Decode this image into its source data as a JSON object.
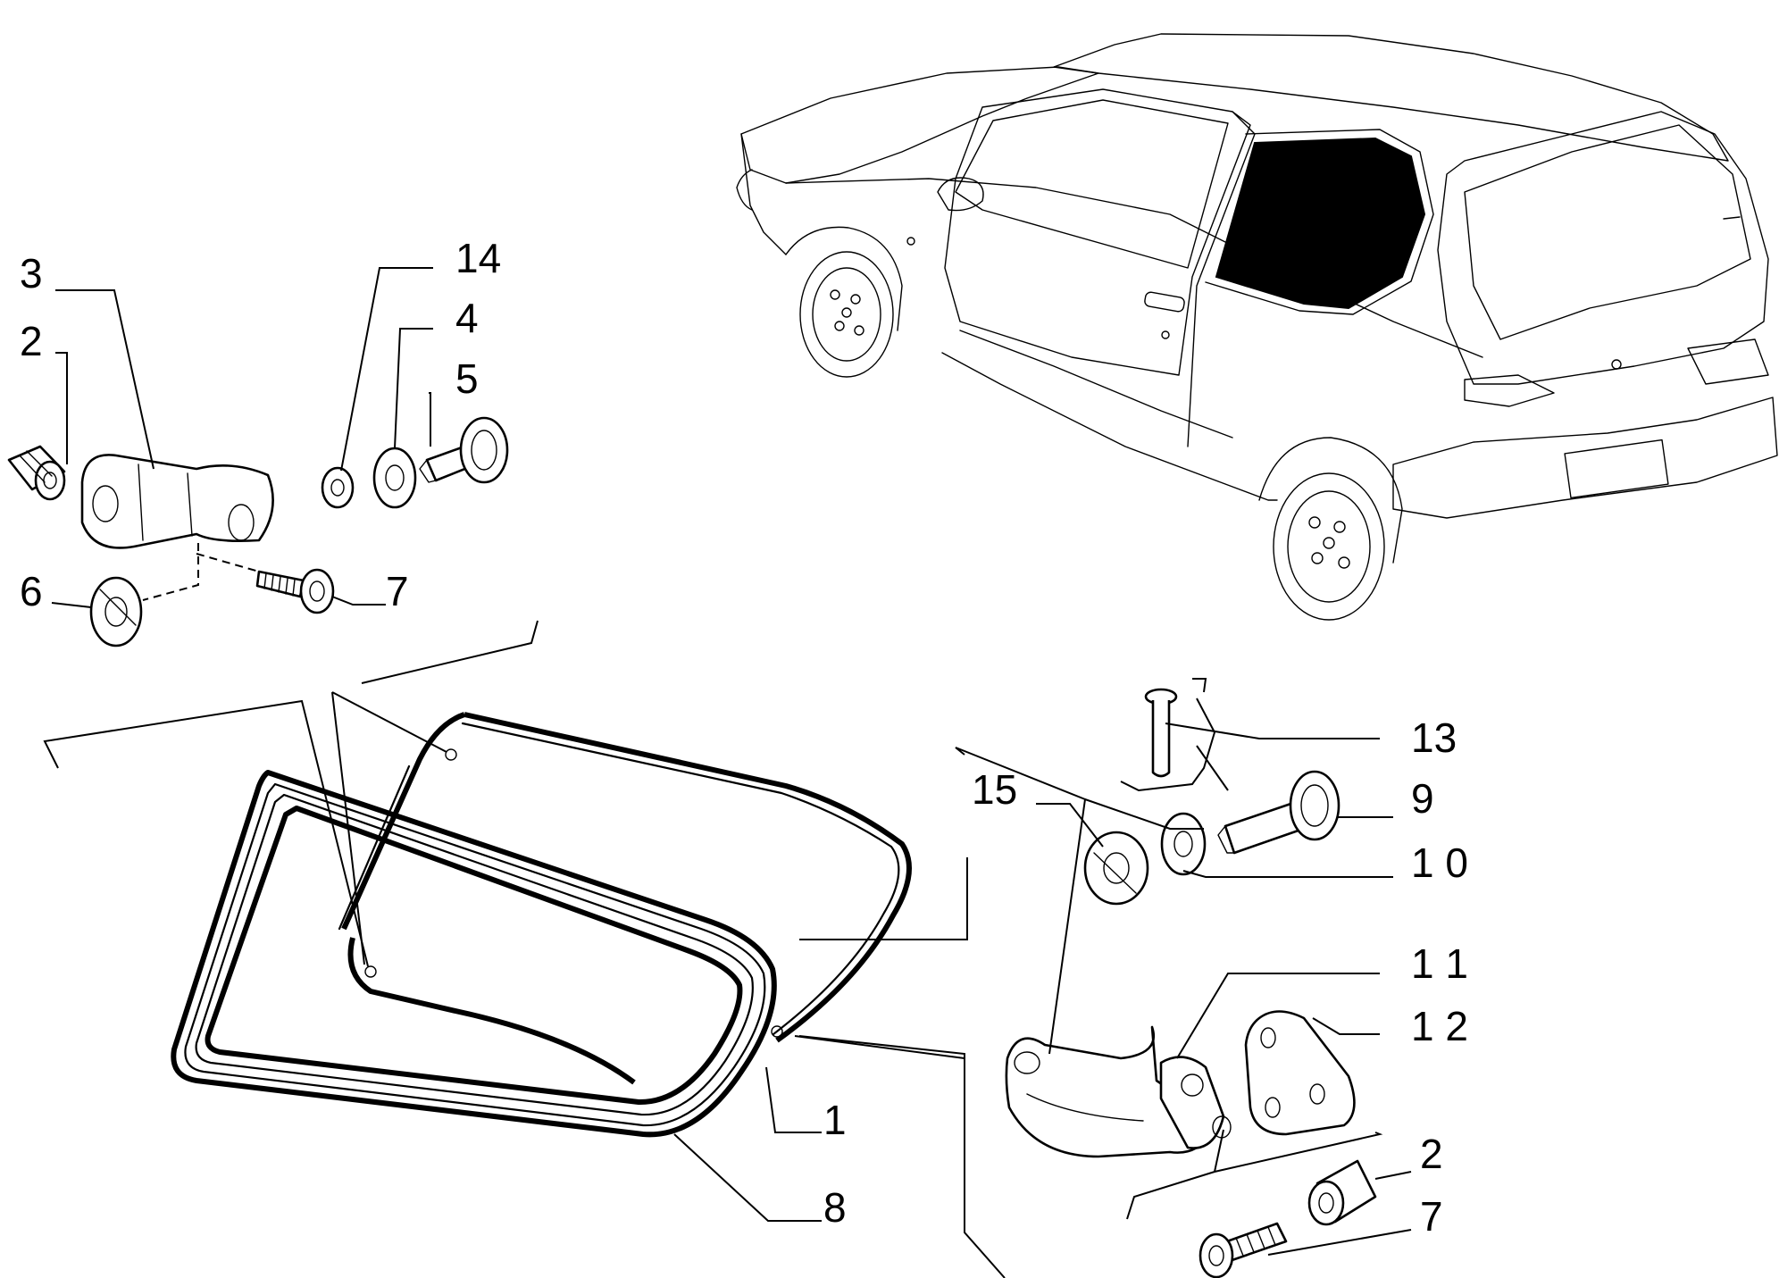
{
  "callouts": [
    {
      "id": "c3",
      "text": "3"
    },
    {
      "id": "c2a",
      "text": "2"
    },
    {
      "id": "c14",
      "text": "14"
    },
    {
      "id": "c4",
      "text": "4"
    },
    {
      "id": "c5",
      "text": "5"
    },
    {
      "id": "c6",
      "text": "6"
    },
    {
      "id": "c7a",
      "text": "7"
    },
    {
      "id": "c13",
      "text": "13"
    },
    {
      "id": "c15",
      "text": "15"
    },
    {
      "id": "c9",
      "text": "9"
    },
    {
      "id": "c10",
      "text": "1 0"
    },
    {
      "id": "c11",
      "text": "1 1"
    },
    {
      "id": "c12",
      "text": "1 2"
    },
    {
      "id": "c1",
      "text": "1"
    },
    {
      "id": "c8",
      "text": "8"
    },
    {
      "id": "c2b",
      "text": "2"
    },
    {
      "id": "c7b",
      "text": "7"
    }
  ]
}
